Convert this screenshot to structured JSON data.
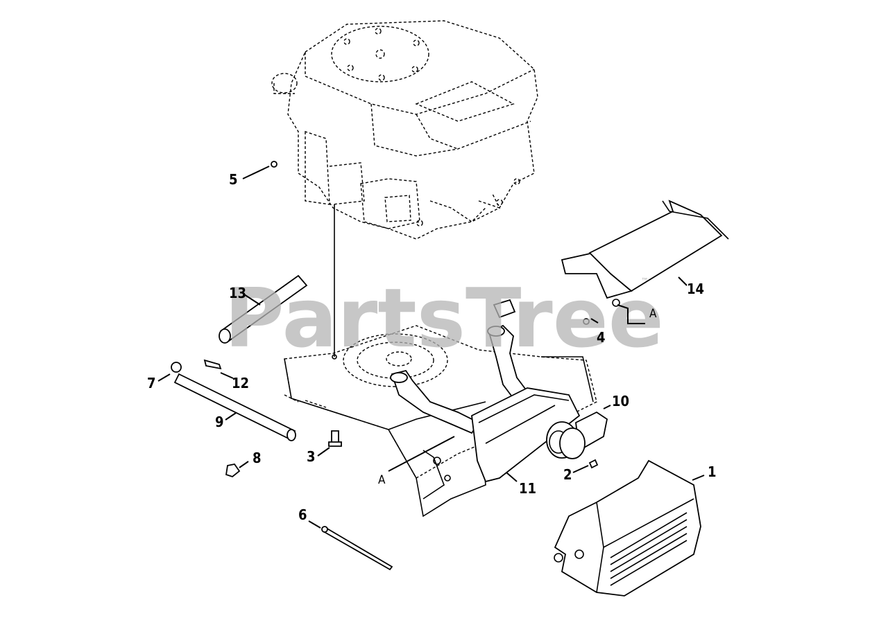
{
  "watermark": {
    "text": "PartsTree",
    "trademark": "™",
    "color": "#b5b5b5"
  },
  "callouts": [
    {
      "label": "1",
      "part": "muffler-heat-shield"
    },
    {
      "label": "2",
      "part": "screw"
    },
    {
      "label": "3",
      "part": "bolt"
    },
    {
      "label": "4",
      "part": "nut"
    },
    {
      "label": "5",
      "part": "washer"
    },
    {
      "label": "6",
      "part": "cable-tie"
    },
    {
      "label": "7",
      "part": "nut"
    },
    {
      "label": "8",
      "part": "clip"
    },
    {
      "label": "9",
      "part": "tube"
    },
    {
      "label": "10",
      "part": "spark-arrestor"
    },
    {
      "label": "11",
      "part": "muffler"
    },
    {
      "label": "12",
      "part": "spring"
    },
    {
      "label": "13",
      "part": "tube"
    },
    {
      "label": "14",
      "part": "bracket"
    }
  ],
  "reference_labels": [
    "A",
    "A"
  ]
}
